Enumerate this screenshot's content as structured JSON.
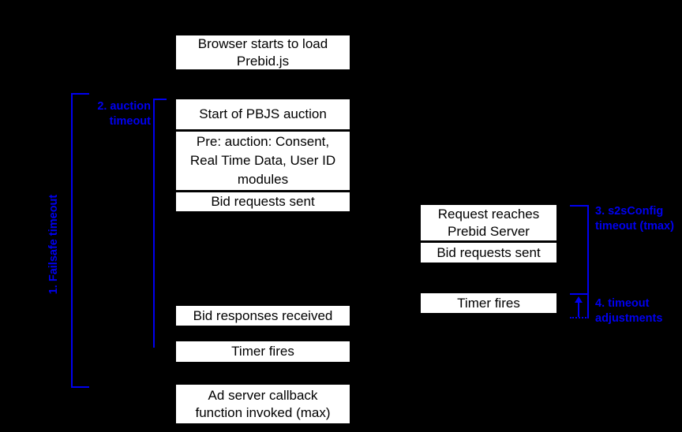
{
  "colors": {
    "background": "#000000",
    "box_fill": "#ffffff",
    "box_text": "#000000",
    "annotation_blue": "#0000f0"
  },
  "client_timeline": {
    "browser_load": "Browser starts to load Prebid.js",
    "auction_start": "Start of PBJS auction",
    "pre_auction_modules": "Pre: auction: Consent, Real Time Data, User ID modules",
    "bid_requests_sent": "Bid requests sent",
    "bid_responses_received": "Bid responses received",
    "timer_fires": "Timer fires",
    "ad_server_callback": "Ad server callback function invoked (max)"
  },
  "server_timeline": {
    "request_reaches_server": "Request reaches Prebid Server",
    "bid_requests_sent": "Bid requests sent",
    "timer_fires": "Timer fires"
  },
  "annotations": {
    "failsafe_timeout": "1. Failsafe timeout",
    "auction_timeout": {
      "lines": [
        "2. auction",
        "timeout"
      ]
    },
    "s2s_timeout": {
      "lines": [
        "3. s2sConfig",
        "timeout (tmax)"
      ]
    },
    "timeout_adjustments": {
      "lines": [
        "4. timeout",
        "adjustments"
      ]
    }
  }
}
